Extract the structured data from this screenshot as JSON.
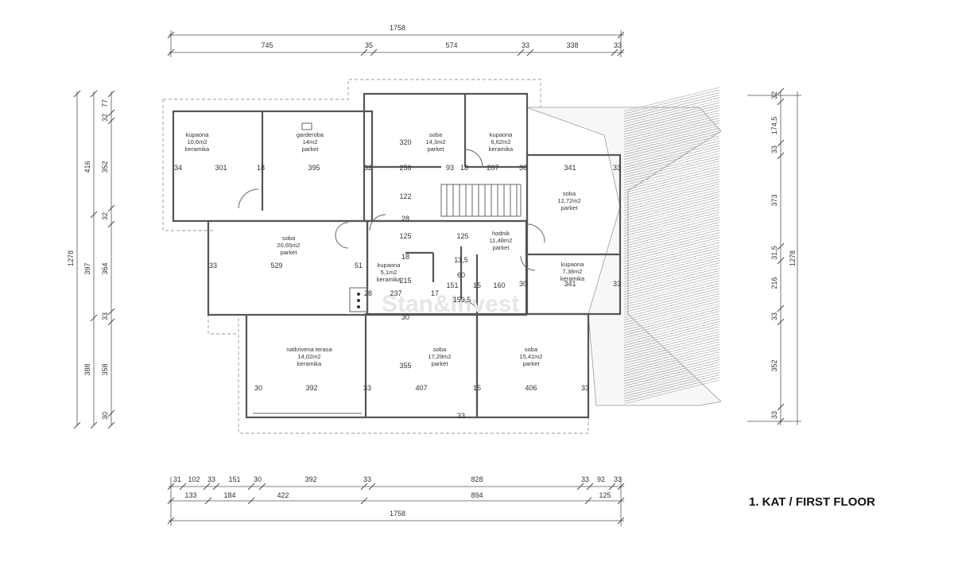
{
  "title": "1. KAT / FIRST FLOOR",
  "watermark": "Stan&Invest",
  "dims_top": {
    "total": "1758",
    "segments": [
      "745",
      "35",
      "574",
      "33",
      "338",
      "33"
    ]
  },
  "dims_bottom": {
    "row1": [
      "31",
      "102",
      "33",
      "151",
      "30",
      "392",
      "33",
      "828",
      "33",
      "92",
      "33"
    ],
    "row2": [
      "133",
      "184",
      "422",
      "894",
      "125"
    ],
    "total": "1758"
  },
  "dims_left": {
    "outer": [
      "416",
      "397",
      "388"
    ],
    "total": "1278",
    "inner": [
      "77",
      "32",
      "352",
      "32",
      "364",
      "33",
      "358",
      "30"
    ]
  },
  "dims_right": {
    "total": "1278",
    "segments": [
      "32",
      "174,5",
      "33",
      "373",
      "31,5",
      "216",
      "33",
      "352",
      "33"
    ]
  },
  "rooms": [
    {
      "name": "kupaona",
      "area": "10,6m2",
      "floor": "keramika"
    },
    {
      "name": "garderoba",
      "area": "14m2",
      "floor": "parket"
    },
    {
      "name": "soba",
      "area": "14,3m2",
      "floor": "parket"
    },
    {
      "name": "kupaona",
      "area": "6,62m2",
      "floor": "keramika"
    },
    {
      "name": "soba",
      "area": "12,72m2",
      "floor": "parket"
    },
    {
      "name": "soba",
      "area": "20,65m2",
      "floor": "parket"
    },
    {
      "name": "hodnik",
      "area": "11,48m2",
      "floor": "parket"
    },
    {
      "name": "kupaona",
      "area": "5,1m2",
      "floor": "keramika"
    },
    {
      "name": "kupaona",
      "area": "7,38m2",
      "floor": "keramika"
    },
    {
      "name": "natkrivena terasa",
      "area": "14,02m2",
      "floor": "keramika"
    },
    {
      "name": "soba",
      "area": "17,29m2",
      "floor": "parket"
    },
    {
      "name": "soba",
      "area": "15,41m2",
      "floor": "parket"
    }
  ],
  "inner_dims": [
    "34",
    "301",
    "18",
    "395",
    "32",
    "320",
    "256",
    "93",
    "18",
    "207",
    "30",
    "341",
    "33",
    "122",
    "28",
    "125",
    "125",
    "33",
    "529",
    "51",
    "18",
    "13,5",
    "60",
    "30",
    "341",
    "33",
    "28",
    "215",
    "237",
    "151",
    "15",
    "160",
    "159,5",
    "17",
    "30",
    "355",
    "30",
    "392",
    "33",
    "407",
    "15",
    "406",
    "33",
    "33"
  ]
}
